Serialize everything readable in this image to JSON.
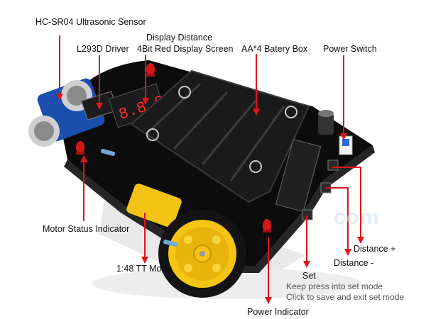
{
  "labels": {
    "ultrasonic": "HC-SR04 Ultrasonic Sensor",
    "display_line1": "Display Distance",
    "display_line2": "4Bit Red Display Screen",
    "driver": "L293D Driver",
    "battery": "AA*4 Batery Box",
    "power_switch": "Power Switch",
    "motor_status": "Motor Status Indicator",
    "distance_plus": "Distance +",
    "distance_minus": "Distance -",
    "set": "Set",
    "set_note1": "Keep press into set mode",
    "set_note2": "Click to save and exit set mode",
    "tt_motor": "1:48 TT Motor",
    "power_indicator": "Power Indicator"
  },
  "watermark": "com",
  "colors": {
    "arrow": "#e0141c",
    "pcb": "#0c0c0c",
    "battery": "#1a1a1a",
    "wheel": "#f6c414",
    "chassis": "#f2f2f2",
    "led": "#d41818"
  }
}
